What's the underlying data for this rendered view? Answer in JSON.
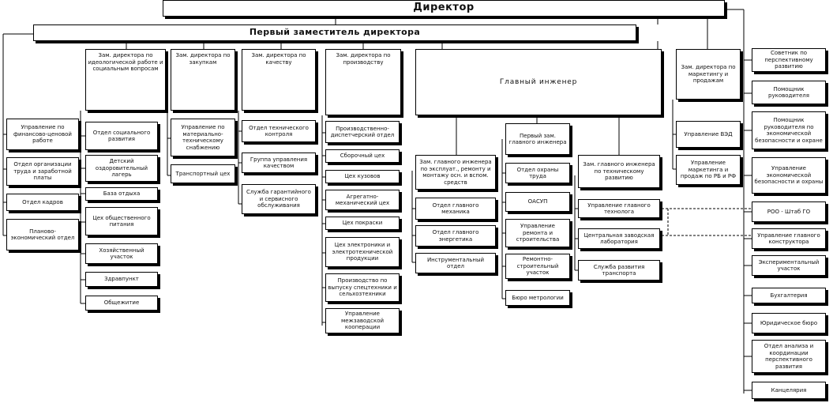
{
  "director": "Директор",
  "first_deputy": "Первый заместитель директора",
  "chief_engineer": "Главный инженер",
  "left_units": [
    "Управление по финансово-ценовой работе",
    "Отдел организации труда и заработной платы",
    "Отдел кадров",
    "Планово-экономический отдел"
  ],
  "deputy_ideology": {
    "title": "Зам. директора по идеологической работе и социальным вопросам",
    "units": [
      "Отдел социального развития",
      "Детский оздоровительный лагерь",
      "База отдыха",
      "Цех общественного питания",
      "Хозяйственный участок",
      "Здравпункт",
      "Общежитие"
    ]
  },
  "deputy_purchasing": {
    "title": "Зам. директора по закупкам",
    "units": [
      "Управление по материально-техническому снабжению",
      "Транспортный цех"
    ]
  },
  "deputy_quality": {
    "title": "Зам. директора по качеству",
    "units": [
      "Отдел технического контроля",
      "Группа управления качеством",
      "Служба гарантийного и сервисного обслуживания"
    ]
  },
  "deputy_production": {
    "title": "Зам. директора по производству",
    "units": [
      "Производственно-диспетчерский отдел",
      "Сборочный цех",
      "Цех кузовов",
      "Агрегатно-механический цех",
      "Цех покраски",
      "Цех электроники и электротехнической продукции",
      "Производство по выпуску спецтехники и сельхозтехники",
      "Управление межзаводской кооперации"
    ]
  },
  "ce_deputy_maintenance": {
    "title": "Зам. главного инженера по эксплуат., ремонту и монтажу осн. и вспом. средств",
    "units": [
      "Отдел главного механика",
      "Отдел главного энергетика",
      "Инструментальный отдел"
    ]
  },
  "ce_first_deputy": {
    "title": "Первый зам. главного инженера",
    "units": [
      "Отдел охраны труда",
      "ОАСУП",
      "Управление ремонта и строительства",
      "Ремонтно-строительный участок",
      "Бюро метрологии"
    ]
  },
  "ce_deputy_technical": {
    "title": "Зам. главного инженера по техническому развитию",
    "units": [
      "Управление главного технолога",
      "Центральная заводская лаборатория",
      "Служба развития транспорта"
    ]
  },
  "deputy_marketing": {
    "title": "Зам. директора по маркетингу и продажам",
    "units": [
      "Управление ВЭД",
      "Управление маркетинга и продаж по РБ и РФ"
    ]
  },
  "right_units": [
    "Советник по перспективному развитию",
    "Помощник руководителя",
    "Помощник руководителя по экономической безопасности и охране",
    "Управление экономической безопасности и охраны",
    "РОО - Штаб ГО",
    "Управление главного конструктора",
    "Экспериментальный участок",
    "Бухгалтерия",
    "Юридическое бюро",
    "Отдел анализа и координации перспективного развития",
    "Канцелярия"
  ]
}
